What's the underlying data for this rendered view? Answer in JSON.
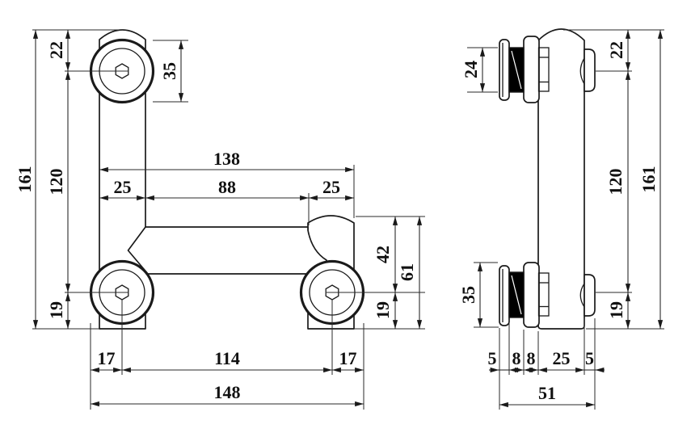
{
  "drawing": {
    "kind": "technical-dimension-drawing",
    "units": "mm",
    "colors": {
      "line": "#1a1a1a",
      "background": "#ffffff",
      "glass_fill": "#000000"
    }
  },
  "front_view": {
    "labels": {
      "overall_height": "161",
      "top_offset": "22",
      "center_spacing_vertical": "120",
      "bottom_offset_left": "19",
      "roller_diameter": "35",
      "top_width": "138",
      "left_column_width": "25",
      "column_gap": "88",
      "right_column_width": "25",
      "right_top_to_center": "42",
      "right_overall": "61",
      "bottom_offset_right": "19",
      "left_margin": "17",
      "center_distance": "114",
      "right_margin": "17",
      "overall_width": "148"
    }
  },
  "side_view": {
    "labels": {
      "clamp_opening": "24",
      "top_offset": "22",
      "center_spacing_vertical": "120",
      "overall_height": "161",
      "clamp_height": "35",
      "bottom_offset": "19",
      "flange_width": "5",
      "glass_width": "8",
      "plate_width": "8",
      "body_depth": "25",
      "wheel_protrusion": "5",
      "overall_depth": "51"
    }
  }
}
